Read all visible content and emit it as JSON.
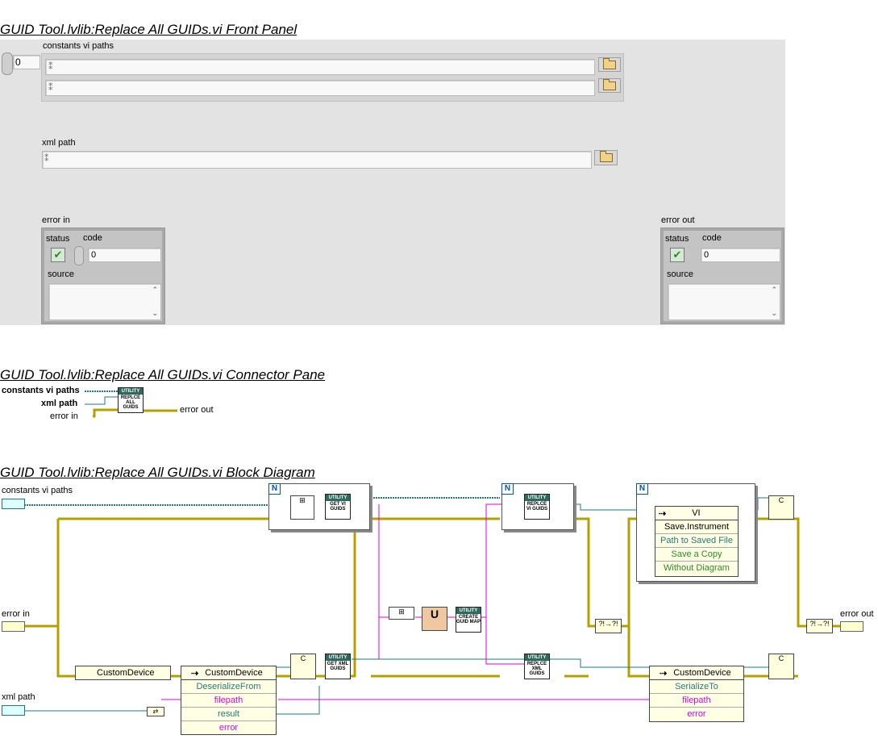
{
  "front_panel": {
    "title": "GUID Tool.lvlib:Replace All GUIDs.vi Front Panel",
    "array_index": "0",
    "constants_label": "constants vi paths",
    "xml_path_label": "xml path",
    "error_in": {
      "label": "error in",
      "status_label": "status",
      "code_label": "code",
      "code_value": "0",
      "source_label": "source"
    },
    "error_out": {
      "label": "error out",
      "status_label": "status",
      "code_label": "code",
      "code_value": "0",
      "source_label": "source"
    }
  },
  "connector_pane": {
    "title": "GUID Tool.lvlib:Replace All GUIDs.vi Connector Pane",
    "inputs": [
      "constants vi paths",
      "xml path",
      "error in"
    ],
    "output": "error out",
    "icon_band": "UTILITY",
    "icon_text": "REPLCE ALL GUIDS"
  },
  "block_diagram": {
    "title": "GUID Tool.lvlib:Replace All GUIDs.vi Block Diagram",
    "terminals": {
      "constants": "constants vi paths",
      "error_in": "error in",
      "xml_path": "xml path",
      "error_out": "error out"
    },
    "loop_label": "N",
    "subvis": {
      "get_vi_guids": {
        "band": "UTILITY",
        "text": "GET VI GUIDS"
      },
      "replace_vi_guids": {
        "band": "UTILITY",
        "text": "REPLCE VI GUIDS"
      },
      "get_xml_guids": {
        "band": "UTILITY",
        "text": "GET XML GUIDS"
      },
      "replace_xml_guids": {
        "band": "UTILITY",
        "text": "REPLCE XML GUIDS"
      },
      "create_guid_map": {
        "band": "UTILITY",
        "text": "CREATE GUID MAP"
      }
    },
    "class_constant": "CustomDevice",
    "invoke_deserialize": {
      "class": "CustomDevice",
      "method": "DeserializeFrom",
      "params": [
        "filepath",
        "result",
        "error"
      ]
    },
    "invoke_save": {
      "class": "VI",
      "method": "Save.Instrument",
      "params": [
        "Path to Saved File",
        "Save a Copy",
        "Without Diagram"
      ]
    },
    "invoke_serialize": {
      "class": "CustomDevice",
      "method": "SerializeTo",
      "params": [
        "filepath",
        "error"
      ]
    },
    "colors": {
      "error_wire": "#b5a000",
      "path_wire": "#1f7a7a",
      "string_wire": "#e000e0",
      "class_wire": "#1f6060"
    }
  }
}
